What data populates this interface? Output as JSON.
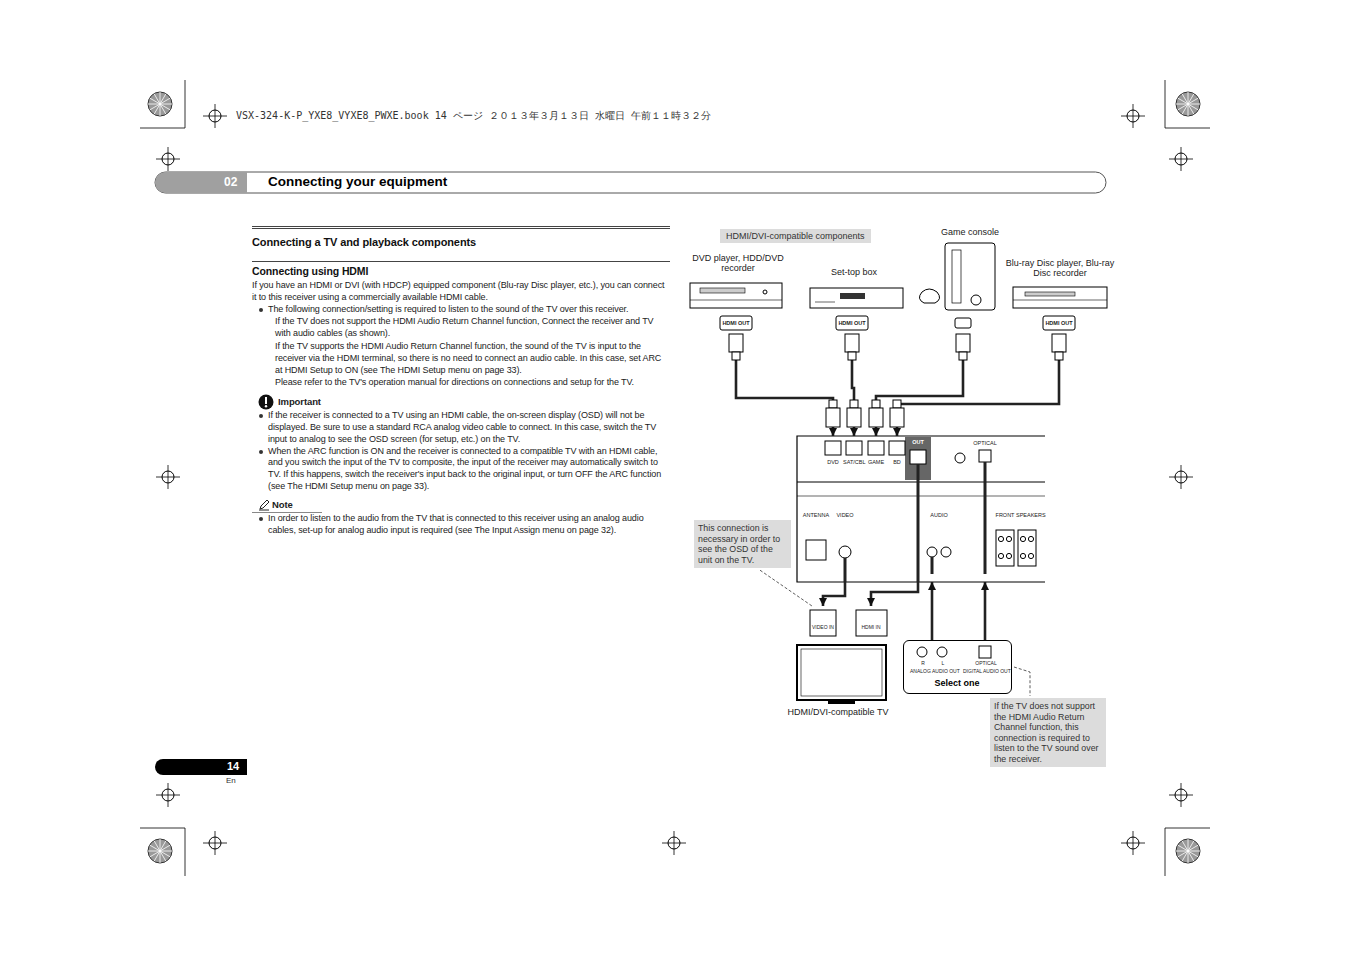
{
  "diagram": {
    "title": "Connecting your equipment",
    "nodes": [
      {
        "text": [
          "HDMI/DVI-compatible components"
        ]
      },
      {
        "text": [
          "DVD player, HDD/DVD recorder",
          "HDMI OUT"
        ]
      },
      {
        "text": [
          "Set-top box",
          "HDMI OUT"
        ]
      },
      {
        "text": [
          "Game console"
        ]
      },
      {
        "text": [
          "Blu-ray Disc player, Blu-ray Disc recorder",
          "HDMI OUT"
        ]
      },
      {
        "text": [
          "DVD",
          "SAT/CBL",
          "GAME",
          "BD",
          "OUT",
          "OPTICAL",
          "ANTENNA",
          "VIDEO",
          "AUDIO",
          "FRONT",
          "SPEAKERS"
        ]
      },
      {
        "text": [
          "VIDEO IN",
          "HDMI IN",
          "HDMI/DVI-compatible TV"
        ]
      },
      {
        "text": [
          "R",
          "L",
          "OPTICAL",
          "ANALOG AUDIO OUT",
          "DIGITAL AUDIO OUT",
          "Select one"
        ]
      },
      {
        "text": [
          "This connection is necessary in order to see the OSD of the unit on the TV."
        ]
      },
      {
        "text": [
          "If the TV does not support the HDMI Audio Return Channel function, this connection is required to listen to the TV sound over the receiver."
        ]
      }
    ],
    "edges": [
      {
        "from": 1,
        "to": 5,
        "arrow": "to"
      },
      {
        "from": 2,
        "to": 5,
        "arrow": "to"
      },
      {
        "from": 3,
        "to": 5,
        "arrow": "to"
      },
      {
        "from": 4,
        "to": 5,
        "arrow": "to"
      },
      {
        "from": 5,
        "to": 6,
        "arrow": "to"
      },
      {
        "from": 5,
        "to": 6,
        "arrow": "to"
      },
      {
        "from": 7,
        "to": 5,
        "arrow": "to"
      },
      {
        "from": 7,
        "to": 5,
        "arrow": "to"
      }
    ],
    "labels": [
      "VSX-324-K-P_YXE8_VYXE8_PWXE.book 14 ページ ２０１３年３月１３日 水曜日 午前１１時３２分",
      "02",
      "Connecting a TV and playback components",
      "Connecting using HDMI",
      "If you have an HDMI or DVI (with HDCP) equipped component (Blu-ray Disc player, etc.), you can connect it to this receiver using a commercially available HDMI cable.",
      "The following connection/setting is required to listen to the sound of the TV over this receiver.",
      "If the TV does not support the HDMI Audio Return Channel function, Connect the receiver and TV with audio cables (as shown).",
      "If the TV supports the HDMI Audio Return Channel function, the sound of the TV is input to the receiver via the HDMI terminal, so there is no need to connect an audio cable. In this case, set ARC at HDMI Setup to ON (see The HDMI Setup menu on page 33).",
      "Please refer to the TV's operation manual for directions on connections and setup for the TV.",
      "Important",
      "If the receiver is connected to a TV using an HDMI cable, the on-screen display (OSD) will not be displayed. Be sure to use a standard RCA analog video cable to connect. In this case, switch the TV input to analog to see the OSD screen (for setup, etc.) on the TV.",
      "When the ARC function is ON and the receiver is connected to a compatible TV with an HDMI cable, and you switch the input of the TV to composite, the input of the receiver may automatically switch to TV. If this happens, switch the receiver's input back to the original input, or turn OFF the ARC function (see The HDMI Setup menu on page 33).",
      "Note",
      "In order to listen to the audio from the TV that is connected to this receiver using an analog audio cables, set-up for analog audio input is required (see The Input Assign menu on page 32).",
      "14",
      "En"
    ]
  }
}
